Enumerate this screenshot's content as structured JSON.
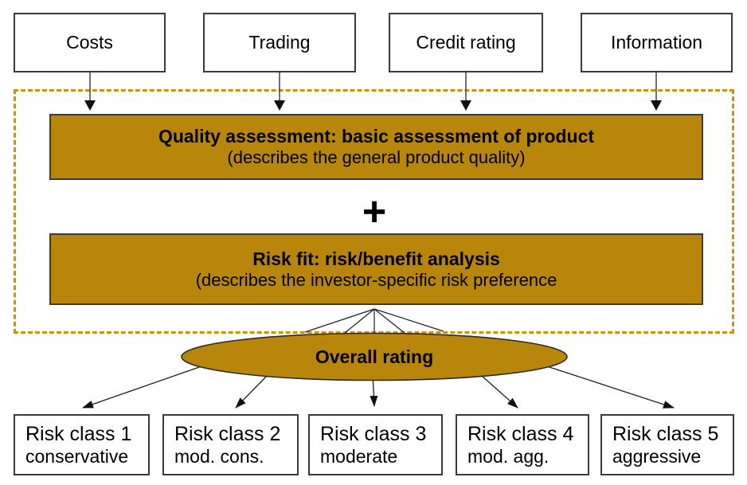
{
  "sources": [
    {
      "label": "Costs"
    },
    {
      "label": "Trading"
    },
    {
      "label": "Credit rating"
    },
    {
      "label": "Information"
    }
  ],
  "quality_box": {
    "title": "Quality assessment: basic assessment of product",
    "subtitle": "(describes the general product quality)"
  },
  "plus_sign": "+",
  "risk_fit_box": {
    "title": "Risk fit: risk/benefit analysis",
    "subtitle": "(describes the investor-specific risk preference"
  },
  "overall_rating": {
    "label": "Overall rating"
  },
  "risk_classes": [
    {
      "title": "Risk class 1",
      "subtitle": "conservative"
    },
    {
      "title": "Risk class 2",
      "subtitle": "mod. cons."
    },
    {
      "title": "Risk class 3",
      "subtitle": "moderate"
    },
    {
      "title": "Risk class 4",
      "subtitle": "mod. agg."
    },
    {
      "title": "Risk class 5",
      "subtitle": "aggressive"
    }
  ],
  "colors": {
    "gold": "#b8860b",
    "dashed_border": "#c8940e",
    "box_border": "#3a3a3a",
    "line": "#1f1f1f"
  }
}
